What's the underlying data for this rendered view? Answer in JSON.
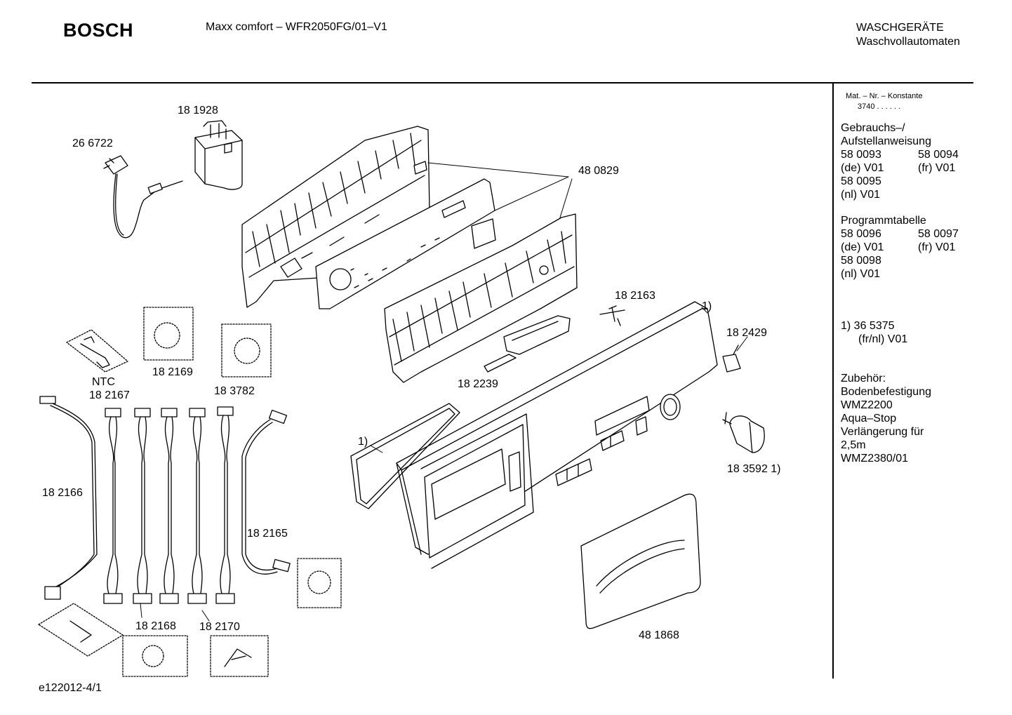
{
  "header": {
    "brand": "BOSCH",
    "model": "Maxx comfort – WFR2050FG/01–V1",
    "category_line1": "WASCHGERÄTE",
    "category_line2": "Waschvollautomaten"
  },
  "sidebar": {
    "mat_label": "Mat. – Nr. – Konstante",
    "mat_value": "3740  .  .   .  .  .  .",
    "manual_title1": "Gebrauchs–/",
    "manual_title2": "Aufstellanweisung",
    "manual_rows": [
      {
        "left": "58 0093",
        "right": "58 0094"
      },
      {
        "left": "(de) V01",
        "right": "(fr) V01"
      },
      {
        "left": "58 0095",
        "right": ""
      },
      {
        "left": "(nl) V01",
        "right": ""
      }
    ],
    "program_title": "Programmtabelle",
    "program_rows": [
      {
        "left": "58 0096",
        "right": "58 0097"
      },
      {
        "left": "(de) V01",
        "right": "(fr) V01"
      },
      {
        "left": "58 0098",
        "right": ""
      },
      {
        "left": "(nl) V01",
        "right": ""
      }
    ],
    "note1": "1)  36 5375",
    "note2": "(fr/nl) V01",
    "accessories": [
      "Zubehör:",
      "Bodenbefestigung",
      "WMZ2200",
      "Aqua–Stop",
      "Verlängerung für",
      "2,5m",
      "WMZ2380/01"
    ]
  },
  "parts": {
    "p266722": "26 6722",
    "p181928": "18 1928",
    "p480829": "48 0829",
    "p182163": "18 2163",
    "note_top": "1)",
    "p182429": "18 2429",
    "p182239": "18 2239",
    "ntc": "NTC",
    "p182167": "18 2167",
    "p182169": "18 2169",
    "p183782": "18 3782",
    "note_left": "1)",
    "p183592": "18 3592 1)",
    "p182166": "18 2166",
    "p182165": "18 2165",
    "p182168": "18 2168",
    "p182170": "18 2170",
    "p481868": "48 1868"
  },
  "footer": {
    "code": "e122012-4/1"
  }
}
